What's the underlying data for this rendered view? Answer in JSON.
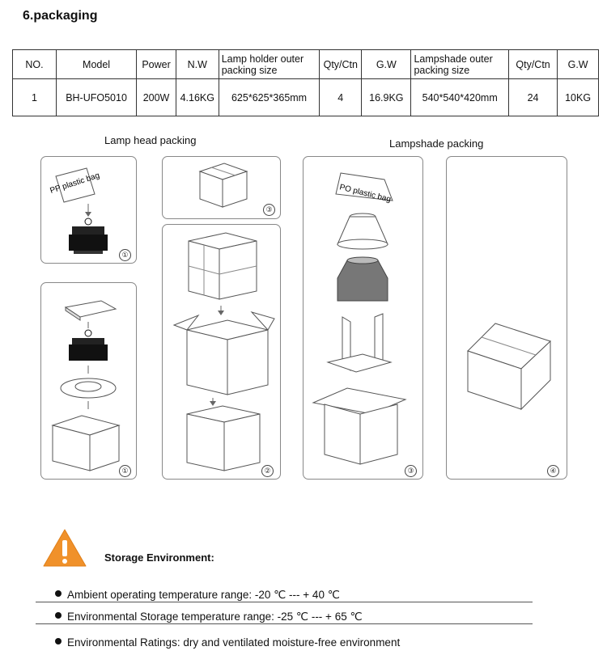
{
  "section_title": "6.packaging",
  "table": {
    "headers": [
      "NO.",
      "Model",
      "Power",
      "N.W",
      "Lamp holder outer packing size",
      "Qty/Ctn",
      "G.W",
      "Lampshade outer packing size",
      "Qty/Ctn",
      "G.W"
    ],
    "row": [
      "1",
      "BH-UFO5010",
      "200W",
      "4.16KG",
      "625*625*365mm",
      "4",
      "16.9KG",
      "540*540*420mm",
      "24",
      "10KG"
    ]
  },
  "captions": {
    "lamp_head": "Lamp head packing",
    "lampshade": "Lampshade packing",
    "pp_bag": "PP plastic bag",
    "po_bag": "PO plastic bag"
  },
  "step_marks": {
    "p1": "①",
    "p2": "③",
    "p3": "①",
    "p4": "②",
    "p5": "③",
    "p6": "④"
  },
  "storage": {
    "heading": "Storage Environment:",
    "items": [
      "Ambient operating temperature range: -20 ℃ --- + 40 ℃",
      "Environmental Storage temperature range: -25 ℃ --- + 65 ℃",
      "Environmental Ratings: dry and ventilated moisture-free environment"
    ]
  },
  "colors": {
    "warning": "#f0912a",
    "border": "#888888"
  }
}
